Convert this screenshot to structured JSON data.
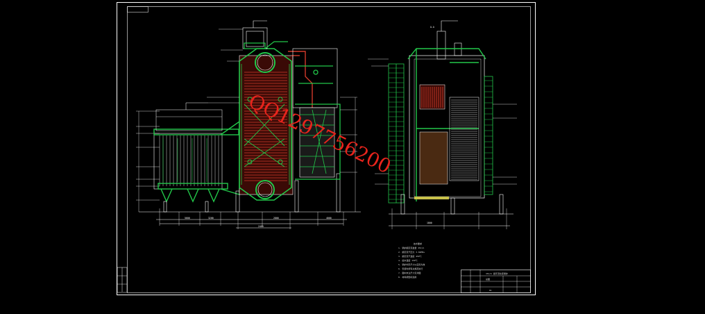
{
  "drawing": {
    "colors": {
      "background": "#000000",
      "frame": "#ffffff",
      "tube": "#d23a2a",
      "casing": "#22c84a",
      "watermark": "#e8241c"
    },
    "watermark_text": "QQ1297756200",
    "side_view_label": "A-A",
    "notes_title": "技术要求",
    "notes_lines": [
      "1. 锅炉额定蒸发量 35t/h",
      "2. 额定蒸汽压力 3.82MPa",
      "3. 额定蒸汽温度 450℃",
      "4. 给水温度 150℃",
      "5. 锅炉外形尺寸以实际为准",
      "6. 安装时按有关规范执行",
      "7. 图中未注尺寸见详图",
      "8. 材料按国标选用"
    ],
    "title_block": {
      "drawing_name": "35t/h 循环流化床锅炉",
      "subtitle": "总图",
      "sheet": "01"
    },
    "dimensions": [
      "5600",
      "3200",
      "2800",
      "4000",
      "2400",
      "1800"
    ]
  }
}
